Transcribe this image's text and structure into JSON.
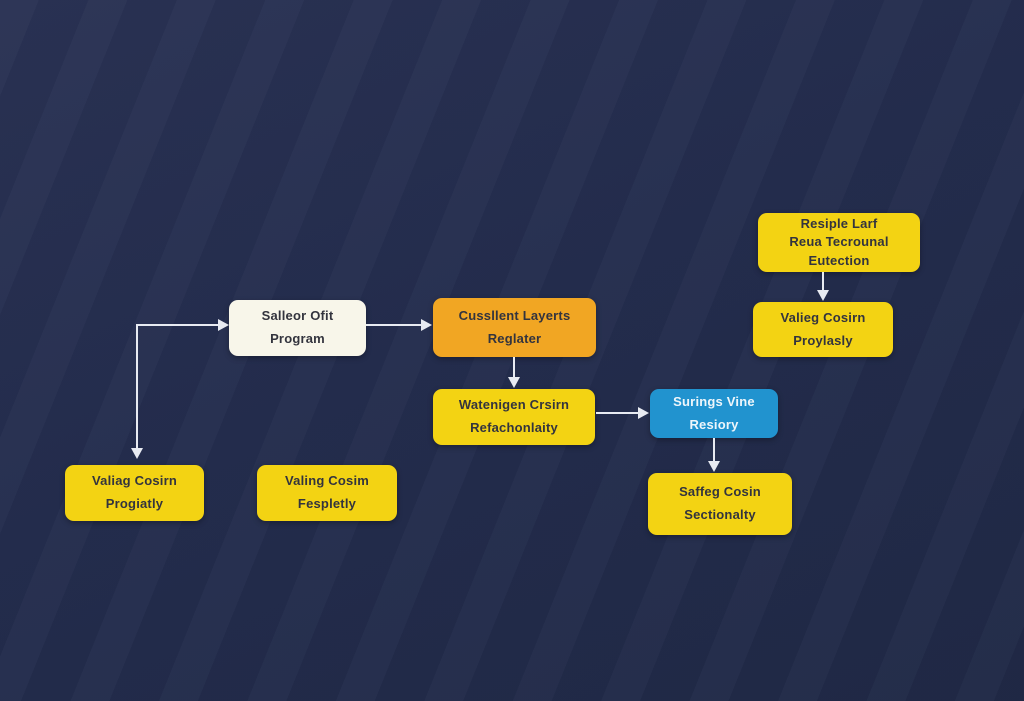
{
  "diagram": {
    "background_color": "#242d4e",
    "connector_color": "#e8ebf2",
    "node_colors": {
      "yellow": "#f3d313",
      "orange": "#f1a623",
      "blue": "#2193cf",
      "cream": "#f8f6ea"
    },
    "nodes": [
      {
        "id": "resiple-larf",
        "lines": [
          "Resiple Larf",
          "Reua Tecrounal",
          "Eutection"
        ],
        "fill": "#f3d313"
      },
      {
        "id": "valieg-cosirn",
        "lines": [
          "Valieg Cosirn",
          "Proylasly"
        ],
        "fill": "#f3d313"
      },
      {
        "id": "salleor-ofit",
        "lines": [
          "Salleor Ofit",
          "Program"
        ],
        "fill": "#f8f6ea"
      },
      {
        "id": "cussllent-layerts",
        "lines": [
          "Cussllent Layerts",
          "Reglater"
        ],
        "fill": "#f1a623"
      },
      {
        "id": "watenigen-crsirn",
        "lines": [
          "Watenigen Crsirn",
          "Refachonlaity"
        ],
        "fill": "#f3d313"
      },
      {
        "id": "surings-vine",
        "lines": [
          "Surings Vine",
          "Resiory"
        ],
        "fill": "#2193cf"
      },
      {
        "id": "saffeg-cosin",
        "lines": [
          "Saffeg Cosin",
          "Sectionalty"
        ],
        "fill": "#f3d313"
      },
      {
        "id": "valiag-cosirn",
        "lines": [
          "Valiag Cosirn",
          "Progiatly"
        ],
        "fill": "#f3d313"
      },
      {
        "id": "valing-cosim",
        "lines": [
          "Valing Cosim",
          "Fespletly"
        ],
        "fill": "#f3d313"
      }
    ],
    "connectors": [
      {
        "from": "elbow-branch",
        "to": "salleor-ofit",
        "direction": "right"
      },
      {
        "from": "elbow-branch",
        "to": "valiag-cosirn",
        "direction": "down"
      },
      {
        "from": "salleor-ofit",
        "to": "cussllent-layerts",
        "direction": "right"
      },
      {
        "from": "cussllent-layerts",
        "to": "watenigen-crsirn",
        "direction": "down"
      },
      {
        "from": "watenigen-crsirn",
        "to": "surings-vine",
        "direction": "right"
      },
      {
        "from": "surings-vine",
        "to": "saffeg-cosin",
        "direction": "down"
      },
      {
        "from": "resiple-larf",
        "to": "valieg-cosirn",
        "direction": "down"
      }
    ]
  }
}
